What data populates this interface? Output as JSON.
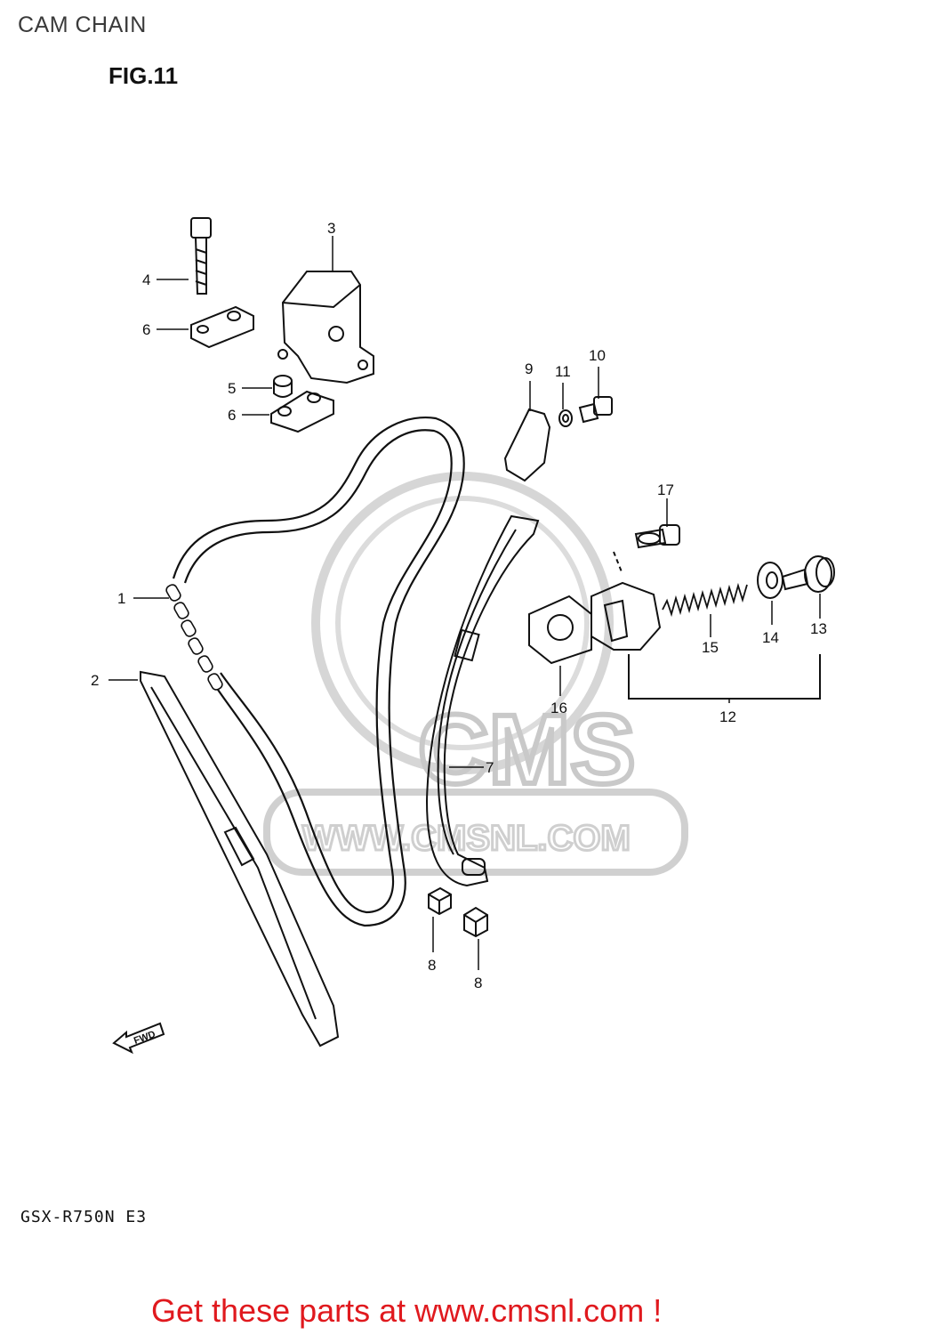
{
  "header": {
    "title": "CAM CHAIN",
    "figure": "FIG.11"
  },
  "diagram": {
    "callouts": [
      "1",
      "2",
      "3",
      "4",
      "5",
      "6",
      "6",
      "7",
      "8",
      "8",
      "9",
      "10",
      "11",
      "12",
      "13",
      "14",
      "15",
      "16",
      "17"
    ],
    "forward_marker": "FWD",
    "model_code": "GSX-R750N E3"
  },
  "watermark": {
    "brand": "CMS",
    "url": "WWW.CMSNL.COM"
  },
  "footer": {
    "link_text": "Get these parts at www.cmsnl.com !"
  }
}
